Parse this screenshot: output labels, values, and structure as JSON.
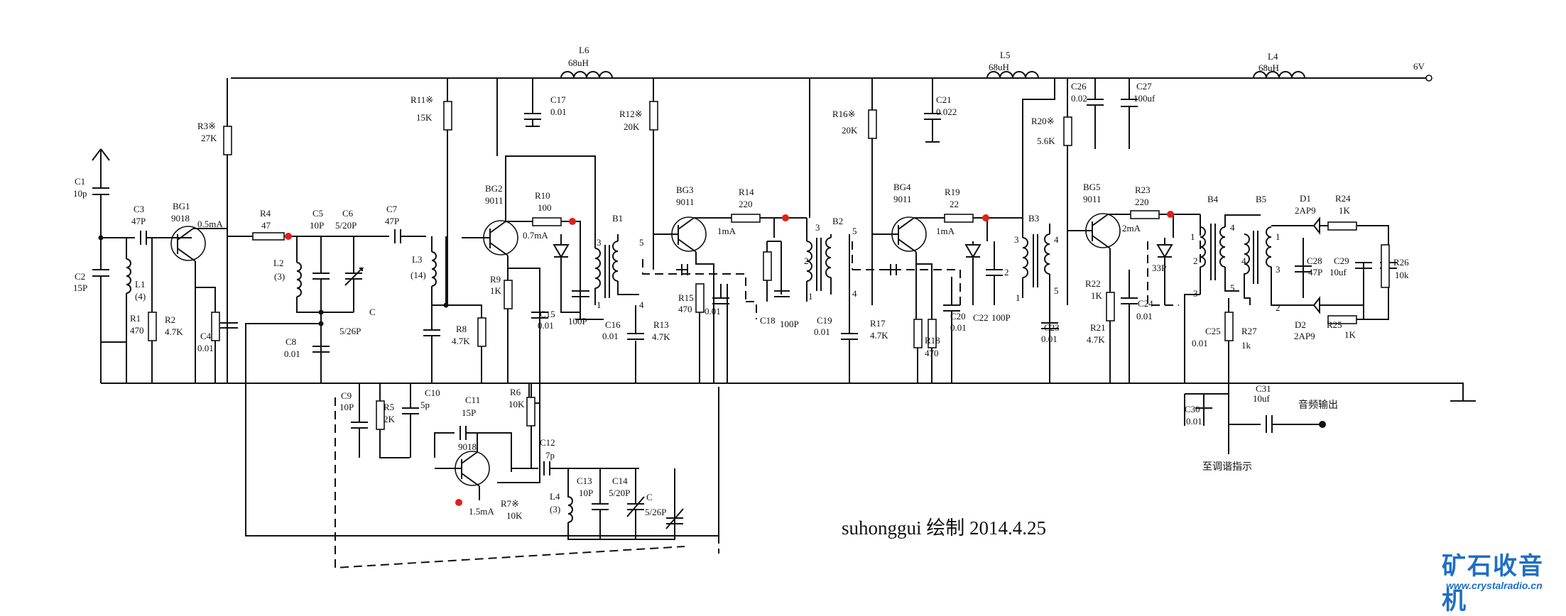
{
  "supply": "6V",
  "inductors": [
    {
      "ref": "L6",
      "value": "68uH"
    },
    {
      "ref": "L5",
      "value": "68uH"
    },
    {
      "ref": "L4",
      "value": "68uH"
    },
    {
      "ref": "L1",
      "value": "(4)"
    },
    {
      "ref": "L2",
      "value": "(3)"
    },
    {
      "ref": "L3",
      "value": "(14)"
    },
    {
      "ref": "L4",
      "value": "(3)"
    }
  ],
  "resistors": [
    {
      "ref": "R1",
      "value": "470"
    },
    {
      "ref": "R2",
      "value": "4.7K"
    },
    {
      "ref": "R3※",
      "value": "27K"
    },
    {
      "ref": "R4",
      "value": "47"
    },
    {
      "ref": "R5",
      "value": "2K"
    },
    {
      "ref": "R6",
      "value": "10K"
    },
    {
      "ref": "R7※",
      "value": "10K"
    },
    {
      "ref": "R8",
      "value": "4.7K"
    },
    {
      "ref": "R9",
      "value": "1K"
    },
    {
      "ref": "R10",
      "value": "100"
    },
    {
      "ref": "R11※",
      "value": "15K"
    },
    {
      "ref": "R12※",
      "value": "20K"
    },
    {
      "ref": "R13",
      "value": "4.7K"
    },
    {
      "ref": "R14",
      "value": "220"
    },
    {
      "ref": "R15",
      "value": "470"
    },
    {
      "ref": "R16※",
      "value": "20K"
    },
    {
      "ref": "R17",
      "value": "4.7K"
    },
    {
      "ref": "R18",
      "value": "470"
    },
    {
      "ref": "R19",
      "value": "22"
    },
    {
      "ref": "R20※",
      "value": "5.6K"
    },
    {
      "ref": "R21",
      "value": "4.7K"
    },
    {
      "ref": "R22",
      "value": "1K"
    },
    {
      "ref": "R23",
      "value": "220"
    },
    {
      "ref": "R24",
      "value": "1K"
    },
    {
      "ref": "R25",
      "value": "1K"
    },
    {
      "ref": "R26",
      "value": "10k"
    },
    {
      "ref": "R27",
      "value": "1k"
    }
  ],
  "capacitors": [
    {
      "ref": "C1",
      "value": "10p"
    },
    {
      "ref": "C2",
      "value": "15P"
    },
    {
      "ref": "C3",
      "value": "47P"
    },
    {
      "ref": "C4",
      "value": "0.01"
    },
    {
      "ref": "C5",
      "value": "10P"
    },
    {
      "ref": "C6",
      "value": "5/20P"
    },
    {
      "ref": "C7",
      "value": "47P"
    },
    {
      "ref": "C8",
      "value": "0.01"
    },
    {
      "ref": "C9",
      "value": "10P"
    },
    {
      "ref": "C10",
      "value": "5p"
    },
    {
      "ref": "C11",
      "value": "15P"
    },
    {
      "ref": "C12",
      "value": "7p"
    },
    {
      "ref": "C13",
      "value": "10P"
    },
    {
      "ref": "C14",
      "value": "5/20P"
    },
    {
      "ref": "C15",
      "value": "0.01"
    },
    {
      "ref": "C16",
      "value": "0.01"
    },
    {
      "ref": "C17",
      "value": "0.01"
    },
    {
      "ref": "C18",
      "value": "100P"
    },
    {
      "ref": "C19",
      "value": "0.01"
    },
    {
      "ref": "C20",
      "value": "0.01"
    },
    {
      "ref": "C21",
      "value": "0.022"
    },
    {
      "ref": "C22",
      "value": "100P"
    },
    {
      "ref": "C23",
      "value": "0.01"
    },
    {
      "ref": "C24",
      "value": "0.01"
    },
    {
      "ref": "C25",
      "value": "0.01"
    },
    {
      "ref": "C26",
      "value": "0.02"
    },
    {
      "ref": "C27",
      "value": "100uf"
    },
    {
      "ref": "C28",
      "value": "47P"
    },
    {
      "ref": "C29",
      "value": "10uf"
    },
    {
      "ref": "C30",
      "value": "0.01"
    },
    {
      "ref": "C31",
      "value": "10uf"
    },
    {
      "ref": "C",
      "value": "5/26P"
    },
    {
      "ref": "C",
      "value": "5/26P"
    }
  ],
  "transistors": [
    {
      "ref": "BG1",
      "type": "9018",
      "current": "0.5mA"
    },
    {
      "ref": "BG2",
      "type": "9011",
      "current": "0.7mA"
    },
    {
      "ref": "BG3",
      "type": "9011",
      "current": "1mA"
    },
    {
      "ref": "BG4",
      "type": "9011",
      "current": "1mA"
    },
    {
      "ref": "BG5",
      "type": "9011",
      "current": "2mA"
    },
    {
      "ref": "",
      "type": "9018",
      "current": "1.5mA"
    }
  ],
  "diodes": [
    {
      "ref": "D1",
      "type": "2AP9"
    },
    {
      "ref": "D2",
      "type": "2AP9"
    }
  ],
  "transformers": [
    "B1",
    "B2",
    "B3",
    "B4",
    "B5"
  ],
  "misc": {
    "c33p": "33P",
    "c100p_b1": "100P"
  },
  "pins": [
    "1",
    "2",
    "3",
    "4",
    "5"
  ],
  "labels": {
    "audio_out": "音频输出",
    "tuning_indicator": "至调谐指示"
  },
  "credit": "suhonggui  绘制 2014.4.25",
  "logo": {
    "name": "矿石收音机",
    "site": "www.crystalradio.cn"
  }
}
